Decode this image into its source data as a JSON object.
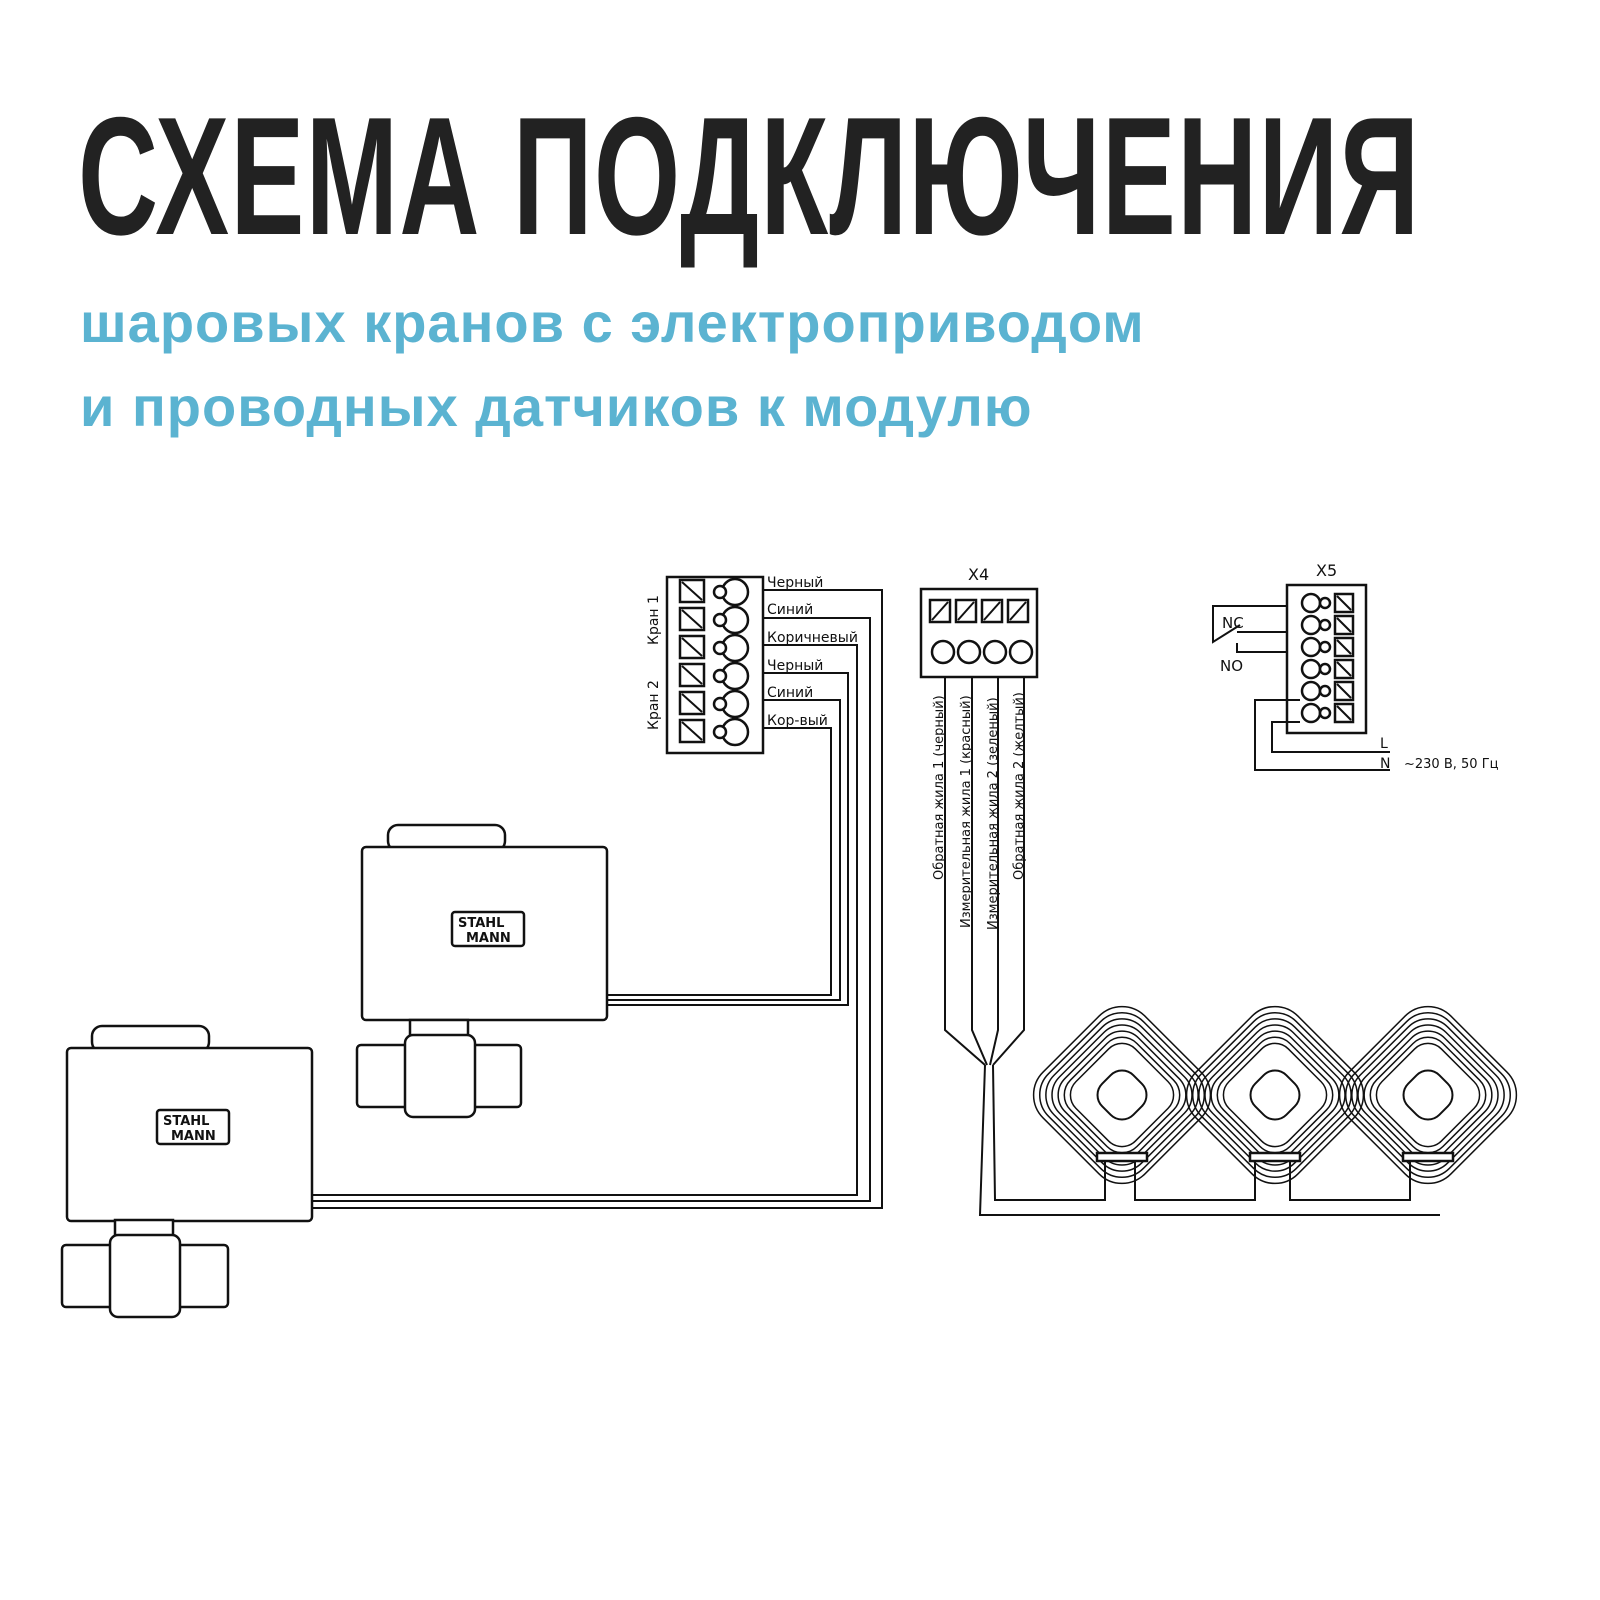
{
  "title": "СХЕМА ПОДКЛЮЧЕНИЯ",
  "subtitle": [
    "шаровых кранов с электроприводом",
    "и проводных датчиков к модулю"
  ],
  "valve_block": {
    "groups": [
      "Кран 1",
      "Кран 2"
    ],
    "wires": [
      "Черный",
      "Синий",
      "Коричневый",
      "Черный",
      "Синий",
      "Кор-вый"
    ]
  },
  "x4": {
    "label": "X4",
    "wires": [
      "Обратная жила 1 (черный)",
      "Измерительная жила 1 (красный)",
      "Измерительная жила 2 (зеленый)",
      "Обратная жила 2 (желтый)"
    ]
  },
  "x5": {
    "label": "X5",
    "nc": "NC",
    "no": "NO",
    "l": "L",
    "n": "N",
    "power": "~230 В, 50 Гц"
  },
  "brand": "STAHL MANN"
}
